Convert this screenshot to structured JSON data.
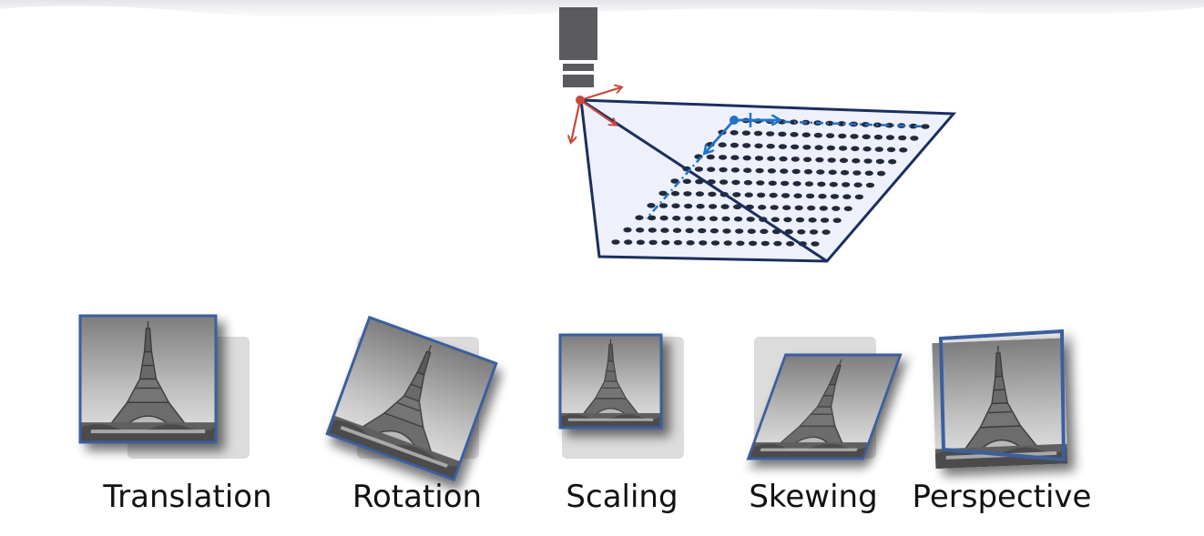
{
  "colors": {
    "plate_fill": "#eef0fc",
    "plate_stroke": "#1b2f5e",
    "dot": "#22293a",
    "camera": "#5a5a5f",
    "camera_axes": "#c8473a",
    "board_axes": "#1f74c8",
    "frame": "#3a5f9e",
    "ghost": "#dcdcdc"
  },
  "icons": {
    "camera": "camera-icon",
    "image": "eiffel-tower-image"
  },
  "transformations": [
    {
      "id": "translation",
      "label": "Translation"
    },
    {
      "id": "rotation",
      "label": "Rotation"
    },
    {
      "id": "scaling",
      "label": "Scaling"
    },
    {
      "id": "skewing",
      "label": "Skewing"
    },
    {
      "id": "perspective",
      "label": "Perspective"
    }
  ]
}
